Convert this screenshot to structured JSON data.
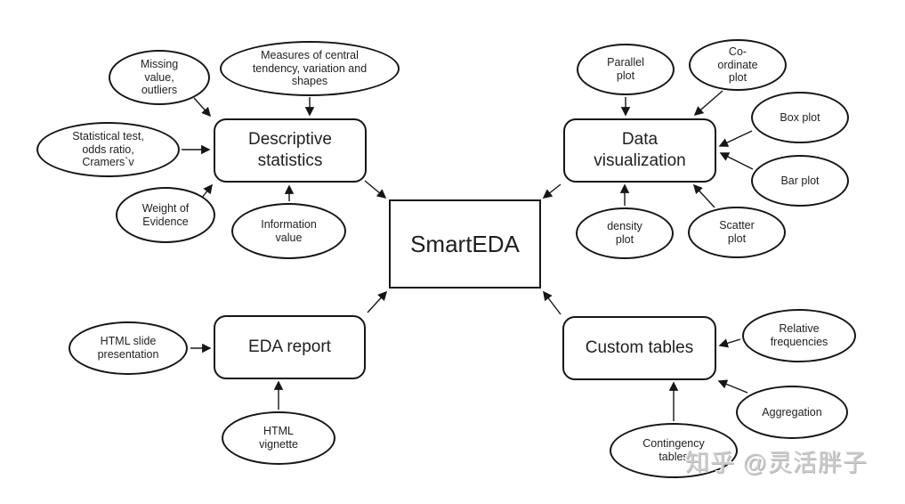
{
  "colors": {
    "background": "#ffffff",
    "node_stroke": "#161616",
    "node_fill": "#ffffff",
    "text": "#1f1f1f",
    "watermark": "#cbcbcb"
  },
  "nodes": {
    "smarteda": "SmartEDA",
    "descriptive_statistics": "Descriptive statistics",
    "data_visualization": "Data visualization",
    "eda_report": "EDA report",
    "custom_tables": "Custom tables",
    "missing_value": "Missing value, outliers",
    "measures_central": "Measures of central tendency, variation and shapes",
    "statistical_test": "Statistical test, odds ratio, Cramers`v",
    "weight_of_evidence": "Weight of Evidence",
    "information_value": "Information value",
    "parallel_plot": "Parallel plot",
    "coordinate_plot": "Co-ordinate plot",
    "box_plot": "Box plot",
    "bar_plot": "Bar plot",
    "scatter_plot": "Scatter plot",
    "density_plot": "density plot",
    "html_slide": "HTML slide presentation",
    "html_vignette": "HTML vignette",
    "relative_frequencies": "Relative frequencies",
    "aggregation": "Aggregation",
    "contingency_tables": "Contingency tables"
  },
  "edges": [
    {
      "from": "missing_value",
      "to": "descriptive_statistics"
    },
    {
      "from": "measures_central",
      "to": "descriptive_statistics"
    },
    {
      "from": "statistical_test",
      "to": "descriptive_statistics"
    },
    {
      "from": "weight_of_evidence",
      "to": "descriptive_statistics"
    },
    {
      "from": "information_value",
      "to": "descriptive_statistics"
    },
    {
      "from": "descriptive_statistics",
      "to": "smarteda"
    },
    {
      "from": "parallel_plot",
      "to": "data_visualization"
    },
    {
      "from": "coordinate_plot",
      "to": "data_visualization"
    },
    {
      "from": "box_plot",
      "to": "data_visualization"
    },
    {
      "from": "bar_plot",
      "to": "data_visualization"
    },
    {
      "from": "scatter_plot",
      "to": "data_visualization"
    },
    {
      "from": "density_plot",
      "to": "data_visualization"
    },
    {
      "from": "data_visualization",
      "to": "smarteda"
    },
    {
      "from": "html_slide",
      "to": "eda_report"
    },
    {
      "from": "html_vignette",
      "to": "eda_report"
    },
    {
      "from": "eda_report",
      "to": "smarteda"
    },
    {
      "from": "relative_frequencies",
      "to": "custom_tables"
    },
    {
      "from": "aggregation",
      "to": "custom_tables"
    },
    {
      "from": "contingency_tables",
      "to": "custom_tables"
    },
    {
      "from": "custom_tables",
      "to": "smarteda"
    }
  ],
  "watermark": "知乎 @灵活胖子"
}
